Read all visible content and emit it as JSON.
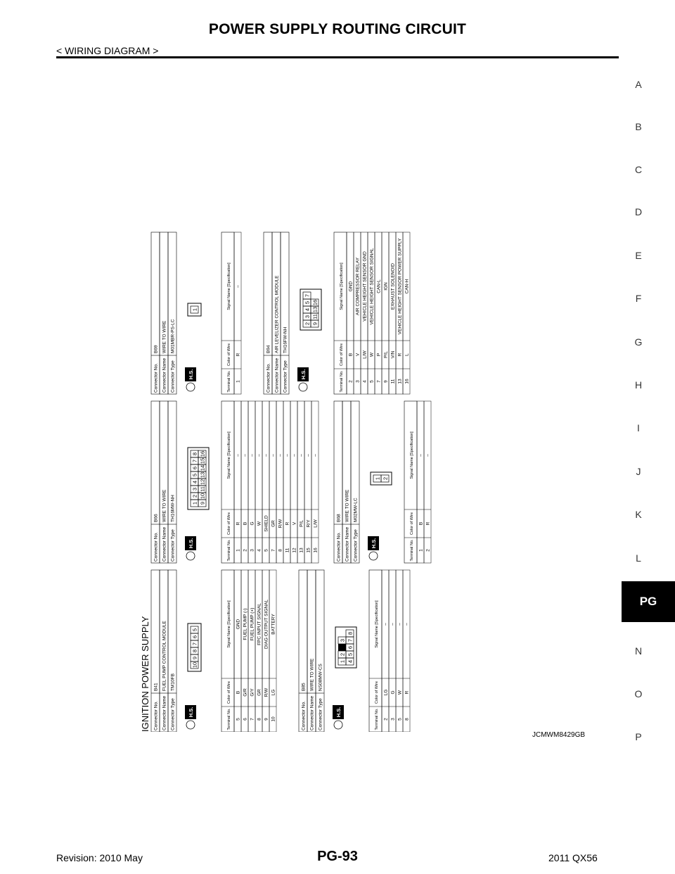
{
  "header": {
    "title": "POWER SUPPLY ROUTING CIRCUIT",
    "subtitle": "< WIRING DIAGRAM >"
  },
  "side_index": {
    "letters": [
      "A",
      "B",
      "C",
      "D",
      "E",
      "F",
      "G",
      "H",
      "I",
      "J",
      "K",
      "L",
      "PG",
      "N",
      "O",
      "P"
    ],
    "active": "PG"
  },
  "diagram": {
    "title": "IGNITION POWER SUPPLY",
    "labels": {
      "connector_no": "Connector No.",
      "connector_name": "Connector Name",
      "connector_type": "Connector Type",
      "terminal_no": "Terminal No.",
      "color_of_wire": "Color of Wire",
      "signal_name": "Signal Name [Specification]",
      "hs": "H.S."
    },
    "connectors": [
      {
        "no": "B41",
        "name": "FUEL PUMP CONTROL MODULE",
        "type": "TM10FB",
        "pins_top": [
          "10",
          "9",
          "8",
          "7",
          "6",
          "5"
        ],
        "pins_bottom": [],
        "rows": [
          [
            "5",
            "B",
            "GND"
          ],
          [
            "6",
            "G/R",
            "FUEL PUMP (-)"
          ],
          [
            "7",
            "G/Y",
            "FUEL PUMP (+)"
          ],
          [
            "8",
            "GR",
            "FPC INPUT SIGNAL"
          ],
          [
            "9",
            "R/W",
            "DIAG OUTPUT SIGNAL"
          ],
          [
            "10",
            "LG",
            "BATTERY"
          ]
        ]
      },
      {
        "no": "B85",
        "name": "WIRE TO WIRE",
        "type": "NS08MW-CS",
        "pins_top": [
          "1",
          "2",
          "",
          "3"
        ],
        "pins_bottom": [
          "4",
          "5",
          "6",
          "7",
          "8"
        ],
        "rows": [
          [
            "2",
            "LG",
            "–"
          ],
          [
            "3",
            "G",
            "–"
          ],
          [
            "5",
            "W",
            "–"
          ],
          [
            "8",
            "R",
            "–"
          ]
        ]
      },
      {
        "no": "B66",
        "name": "WIRE TO WIRE",
        "type": "TH16MW-NH",
        "pins_top": [
          "1",
          "2",
          "3",
          "4",
          "5",
          "6",
          "7",
          "8"
        ],
        "pins_bottom": [
          "9",
          "10",
          "11",
          "12",
          "13",
          "14",
          "15",
          "16"
        ],
        "rows": [
          [
            "1",
            "R",
            "–"
          ],
          [
            "2",
            "B",
            "–"
          ],
          [
            "3",
            "G",
            "–"
          ],
          [
            "4",
            "W",
            "–"
          ],
          [
            "5",
            "SHIELD",
            "–"
          ],
          [
            "7",
            "GR",
            "–"
          ],
          [
            "8",
            "R/W",
            "–"
          ],
          [
            "11",
            "R",
            "–"
          ],
          [
            "12",
            "V",
            "–"
          ],
          [
            "13",
            "P/L",
            "–"
          ],
          [
            "15",
            "R/Y",
            "–"
          ],
          [
            "16",
            "L/W",
            "–"
          ]
        ]
      },
      {
        "no": "B68",
        "name": "WIRE TO WIRE",
        "type": "M02MW-LC",
        "pins_top": [
          "1"
        ],
        "pins_bottom": [
          "2"
        ],
        "rows": [
          [
            "1",
            "B",
            "–"
          ],
          [
            "2",
            "R",
            "–"
          ]
        ]
      },
      {
        "no": "B69",
        "name": "WIRE TO WIRE",
        "type": "M01MBR-PS-LC",
        "pins_top": [
          "1"
        ],
        "pins_bottom": [],
        "rows": [
          [
            "1",
            "R",
            "–"
          ]
        ]
      },
      {
        "no": "B94",
        "name": "AIR LEVELIZER CONTROL MODULE",
        "type": "TH16FW-NH",
        "pins_top": [
          "2",
          "3",
          "4",
          "5",
          "7"
        ],
        "pins_bottom": [
          "9",
          "11",
          "13",
          "16"
        ],
        "rows": [
          [
            "2",
            "B",
            "GND"
          ],
          [
            "3",
            "V",
            "AIR COMPRESSOR RELAY"
          ],
          [
            "4",
            "L/W",
            "VEHICLE HEIGHT SENSOR GND"
          ],
          [
            "5",
            "W",
            "VEHICLE HEIGHT SENSOR SIGNAL"
          ],
          [
            "7",
            "P",
            "CAN-L"
          ],
          [
            "9",
            "P/L",
            "IGN"
          ],
          [
            "11",
            "V/N",
            "EXHAUST SOLENOID"
          ],
          [
            "13",
            "R",
            "VEHICLE HEIGHT SENSOR POWER SUPPLY"
          ],
          [
            "16",
            "L",
            "CAN-H"
          ]
        ]
      }
    ]
  },
  "figure_code": "JCMWM8429GB",
  "footer": {
    "revision": "Revision: 2010 May",
    "page": "PG-93",
    "model": "2011 QX56"
  }
}
